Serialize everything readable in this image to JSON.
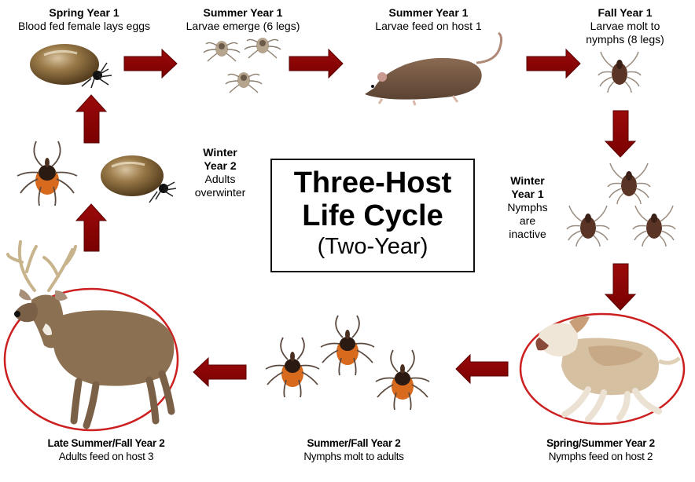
{
  "title": {
    "line1": "Three-Host",
    "line2": "Life Cycle",
    "line3": "(Two-Year)"
  },
  "stages": [
    {
      "id": "spring-y1",
      "title": "Spring Year 1",
      "desc": "Blood fed female lays eggs",
      "image": "engorged-female-tick"
    },
    {
      "id": "summer-y1-a",
      "title": "Summer Year 1",
      "desc": "Larvae emerge (6 legs)",
      "image": "tick-larvae-x3"
    },
    {
      "id": "summer-y1-b",
      "title": "Summer Year 1",
      "desc": "Larvae feed on host 1",
      "image": "rat-host-1"
    },
    {
      "id": "fall-y1",
      "title": "Fall Year 1",
      "desc": "Larvae molt to",
      "desc2": "nymphs (8 legs)",
      "image": "tick-nymph"
    },
    {
      "id": "winter-y1",
      "title": "Winter",
      "title2": "Year 1",
      "desc": "Nymphs",
      "desc2": "are",
      "desc3": "inactive",
      "image": "tick-nymphs-x3"
    },
    {
      "id": "spring-summer-y2",
      "title": "Spring/Summer Year 2",
      "desc": "Nymphs feed on host 2",
      "image": "dog-host-2"
    },
    {
      "id": "summer-fall-y2",
      "title": "Summer/Fall Year 2",
      "desc": "Nymphs molt to adults",
      "image": "adult-ticks-x3"
    },
    {
      "id": "late-summer-fall-y2",
      "title": "Late Summer/Fall Year 2",
      "desc": "Adults feed on host 3",
      "image": "deer-host-3"
    },
    {
      "id": "winter-y2",
      "title": "Winter",
      "title2": "Year 2",
      "desc": "Adults",
      "desc2": "overwinter",
      "image": "adult-tick-and-engorged-tick"
    }
  ],
  "colors": {
    "arrow": "#8b0000",
    "arrow_edge": "#5a0000",
    "host_circle": "#cc1f1f",
    "tick_body_adult": "#d2691e",
    "tick_scutum": "#2b1a12",
    "larva": "#a89a88",
    "nymph": "#5a3526",
    "engorged": "#8a6a3a",
    "rat": "#7a5a44",
    "deer": "#8c7052",
    "dog": "#d9c8b0"
  }
}
